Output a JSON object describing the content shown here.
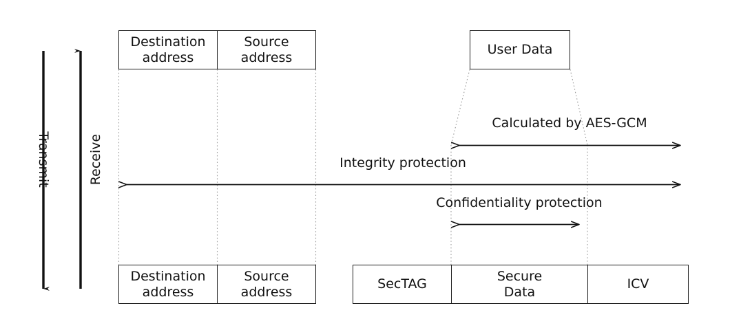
{
  "diagram": {
    "title_text": "",
    "colors": {
      "stroke": "#1a1a1a",
      "dotted": "#9a9a9a",
      "background": "#ffffff",
      "text": "#111111"
    },
    "direction_labels": {
      "transmit": "Transmit",
      "receive": "Receive"
    },
    "top_frame": {
      "cells": [
        {
          "lines": [
            "Destination",
            "address"
          ]
        },
        {
          "lines": [
            "Source",
            "address"
          ]
        }
      ]
    },
    "top_payload": {
      "cells": [
        {
          "lines": [
            "User Data"
          ]
        }
      ]
    },
    "bottom_frame": {
      "cells": [
        {
          "lines": [
            "Destination",
            "address"
          ]
        },
        {
          "lines": [
            "Source",
            "address"
          ]
        }
      ]
    },
    "bottom_payload": {
      "cells": [
        {
          "lines": [
            "SecTAG"
          ]
        },
        {
          "lines": [
            "Secure",
            "Data"
          ]
        },
        {
          "lines": [
            "ICV"
          ]
        }
      ]
    },
    "measure_arrows": [
      {
        "id": "aes-gcm",
        "label": "Calculated by AES-GCM",
        "ends": "double"
      },
      {
        "id": "integrity",
        "label": "Integrity protection",
        "ends": "double"
      },
      {
        "id": "confidentiality",
        "label": "Confidentiality protection",
        "ends": "double"
      }
    ]
  }
}
